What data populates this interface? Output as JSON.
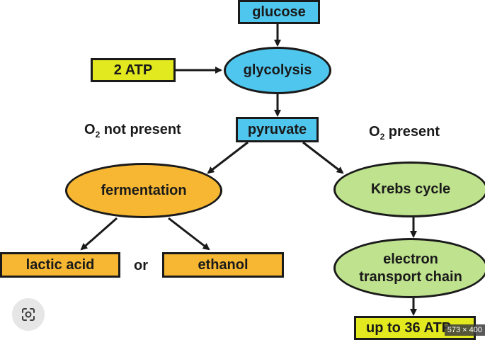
{
  "nodes": {
    "glucose": "glucose",
    "atp_input": "2 ATP",
    "glycolysis": "glycolysis",
    "pyruvate": "pyruvate",
    "fermentation": "fermentation",
    "lactic_acid": "lactic acid",
    "ethanol": "ethanol",
    "krebs": "Krebs cycle",
    "etc_line1": "electron",
    "etc_line2": "transport chain",
    "atp_output": "up to 36 ATP"
  },
  "labels": {
    "o2_absent_prefix": "O",
    "o2_absent_sub": "2",
    "o2_absent_suffix": " not present",
    "o2_present_prefix": "O",
    "o2_present_sub": "2",
    "o2_present_suffix": " present",
    "or": "or"
  },
  "overlay": {
    "image_dims": "573 × 400",
    "lens_icon": "lens-icon"
  },
  "colors": {
    "blue": "#4fc6ee",
    "yellow": "#e2e91e",
    "orange": "#f7b733",
    "green": "#bfe28e"
  }
}
